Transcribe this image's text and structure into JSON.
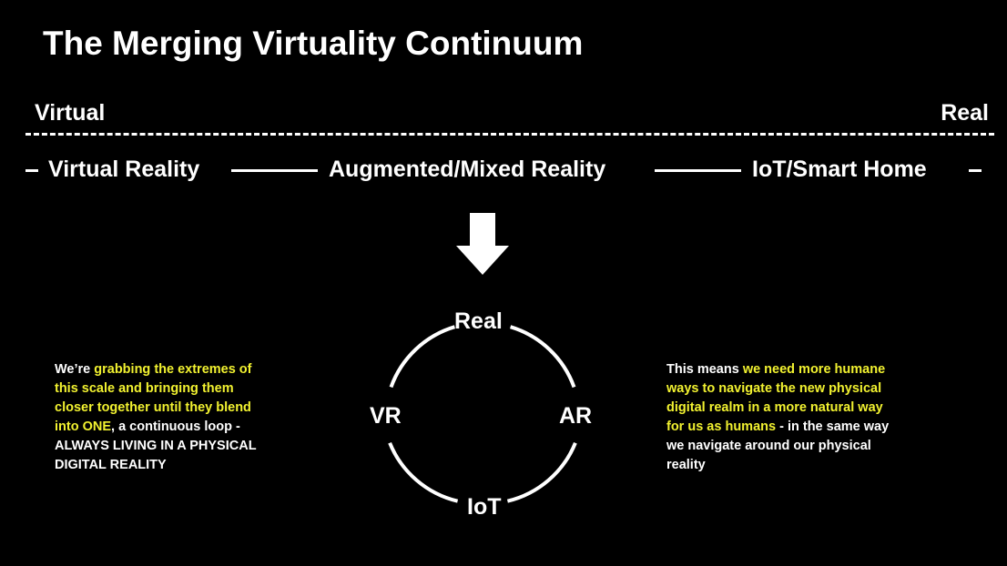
{
  "title": "The Merging Virtuality Continuum",
  "scale": {
    "left_end": "Virtual",
    "right_end": "Real"
  },
  "spectrum": {
    "items": [
      "Virtual Reality",
      "Augmented/Mixed Reality",
      "IoT/Smart Home"
    ]
  },
  "arrow_icon": "down-arrow-icon",
  "cycle": {
    "top": "Real",
    "right": "AR",
    "bottom": "IoT",
    "left": "VR"
  },
  "colors": {
    "background": "#000000",
    "text": "#ffffff",
    "highlight": "#f2f230"
  },
  "left_note": {
    "lines": [
      [
        {
          "text": "We’re ",
          "hl": false
        },
        {
          "text": "grabbing the extremes of",
          "hl": true
        }
      ],
      [
        {
          "text": "this scale and bringing them",
          "hl": true
        }
      ],
      [
        {
          "text": "closer together until they blend",
          "hl": true
        }
      ],
      [
        {
          "text": "into ONE",
          "hl": true
        },
        {
          "text": ", a continuous loop -",
          "hl": false
        }
      ],
      [
        {
          "text": "ALWAYS LIVING IN A PHYSICAL",
          "hl": false
        }
      ],
      [
        {
          "text": "DIGITAL REALITY",
          "hl": false
        }
      ]
    ]
  },
  "right_note": {
    "lines": [
      [
        {
          "text": "This means ",
          "hl": false
        },
        {
          "text": "we need more humane",
          "hl": true
        }
      ],
      [
        {
          "text": "ways to navigate the new physical",
          "hl": true
        }
      ],
      [
        {
          "text": "digital realm in a more natural way",
          "hl": true
        }
      ],
      [
        {
          "text": "for us as humans",
          "hl": true
        },
        {
          "text": " - in the same way",
          "hl": false
        }
      ],
      [
        {
          "text": "we navigate around our physical",
          "hl": false
        }
      ],
      [
        {
          "text": "reality",
          "hl": false
        }
      ]
    ]
  }
}
